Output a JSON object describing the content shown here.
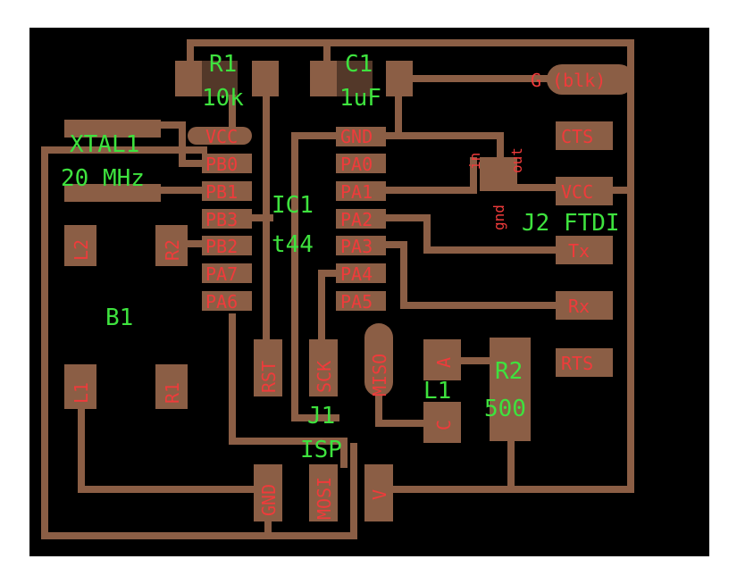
{
  "colors": {
    "page_background": "#ffffff",
    "board_background": "#000000",
    "copper": "#8b5e45",
    "pin_text": "#ef3b3b",
    "silkscreen_text": "#3ee23e"
  },
  "components": {
    "r1": {
      "ref": "R1",
      "value": "10k"
    },
    "c1": {
      "ref": "C1",
      "value": "1uF"
    },
    "xtal1": {
      "ref": "XTAL1",
      "value": "20 MHz"
    },
    "ic1": {
      "ref": "IC1",
      "value": "t44"
    },
    "b1": {
      "ref": "B1"
    },
    "j1": {
      "ref": "J1",
      "value": "ISP"
    },
    "j2": {
      "ref": "J2 FTDI"
    },
    "l1": {
      "ref": "L1"
    },
    "r2": {
      "ref": "R2",
      "value": "500"
    }
  },
  "ic1_pins": {
    "left": [
      "VCC",
      "PB0",
      "PB1",
      "PB3",
      "PB2",
      "PA7",
      "PA6"
    ],
    "right": [
      "GND",
      "PA0",
      "PA1",
      "PA2",
      "PA3",
      "PA4",
      "PA5"
    ]
  },
  "ftdi_pins": {
    "gnd": "G (blk)",
    "cts": "CTS",
    "vcc": "VCC",
    "tx": "Tx",
    "rx": "Rx",
    "rts": "RTS"
  },
  "isp_pins": {
    "rst": "RST",
    "sck": "SCK",
    "miso": "MISO",
    "mosi": "MOSI",
    "gnd": "GND",
    "v": "V"
  },
  "switch_labels": {
    "in": "in",
    "out": "out",
    "gnd": "gnd"
  },
  "button_pads": {
    "l2": "L2",
    "r2": "R2",
    "l1": "L1",
    "r1": "R1"
  },
  "led_pads": {
    "anode": "A",
    "cathode": "C"
  }
}
